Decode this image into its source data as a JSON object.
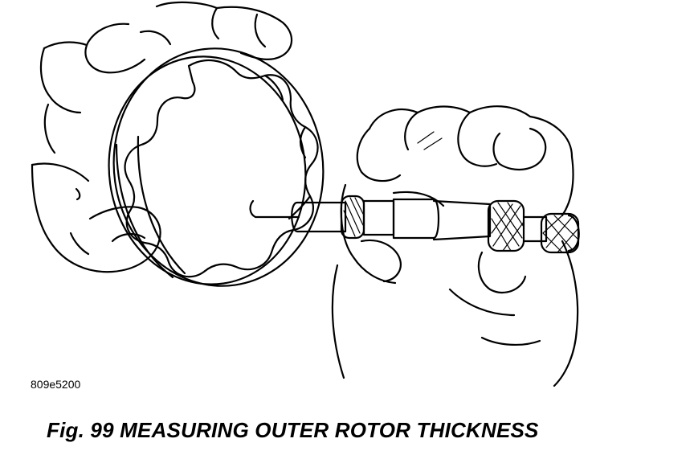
{
  "figure": {
    "drawing_code": "809e5200",
    "caption": "Fig. 99 MEASURING OUTER ROTOR THICKNESS"
  },
  "illustration": {
    "subject": "micrometer measuring outer rotor",
    "line_color": "#000000",
    "background_color": "#ffffff"
  }
}
